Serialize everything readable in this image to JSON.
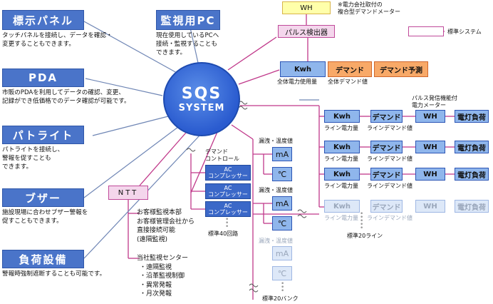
{
  "center": {
    "line1": "SQS",
    "line2": "SYSTEM"
  },
  "panels": {
    "touch": {
      "title": "標示パネル",
      "desc": [
        "タッチパネルを接続し、データを確認・",
        "変更することもできます。"
      ]
    },
    "monitor": {
      "title": "監視用PC",
      "desc": [
        "現在使用しているPCへ",
        "接続・監視することも",
        "できます。"
      ]
    },
    "pda": {
      "title": "PDA",
      "desc": [
        "市販のPDAを利用してデータの確認、変更、",
        "記録ができ低価格でのデータ確認が可能です。"
      ]
    },
    "patlite": {
      "title": "パトライト",
      "desc": [
        "パトライトを接続し、",
        "警報を促すことも",
        "できます。"
      ]
    },
    "buzzer": {
      "title": "ブザー",
      "desc": [
        "施設現場に合わせブザー警報を",
        "促すこともできます。"
      ]
    },
    "load": {
      "title": "負荷設備",
      "desc": [
        "警報時強制遮断することも可能です。"
      ]
    }
  },
  "wh_top": {
    "label": "WH",
    "note1": "※電力会社取付の",
    "note2": "複合型デマンドメーター"
  },
  "pulse": "パルス検出器",
  "legend": "標準システム",
  "kwh_main": "Kwh",
  "demand": "デマンド",
  "demand_forecast": "デマンド予測",
  "total_usage": "全体電力使用量",
  "total_demand": "全体デマンド値",
  "pulse_meter_note": [
    "パルス発信機能付",
    "電力メーター"
  ],
  "line_row": {
    "kwh": "Kwh",
    "demand": "デマンド",
    "wh": "WH",
    "load": "電灯負荷",
    "usage": "ライン電力量",
    "demand_value": "ラインデマンド値"
  },
  "std_lines": "標準20ライン",
  "sensor": {
    "title": "漏洩・温度値",
    "ma": "mA",
    "c": "℃"
  },
  "std_banks": "標準20バンク",
  "demand_control": [
    "デマンド",
    "コントロール"
  ],
  "ac": [
    "AC",
    "コンプレッサー"
  ],
  "std_circuits": "標準40回路",
  "ntt": {
    "label": "NTT",
    "desc": [
      "お客様監視本部",
      "お客様管理会社から",
      "直接接続可能",
      "(遠隔監視)"
    ]
  },
  "center_monitor": {
    "title": "当社監視センター",
    "items": [
      "・遠隔監視",
      "・沿革監視制御",
      "・異常発報",
      "・月次発報"
    ]
  }
}
